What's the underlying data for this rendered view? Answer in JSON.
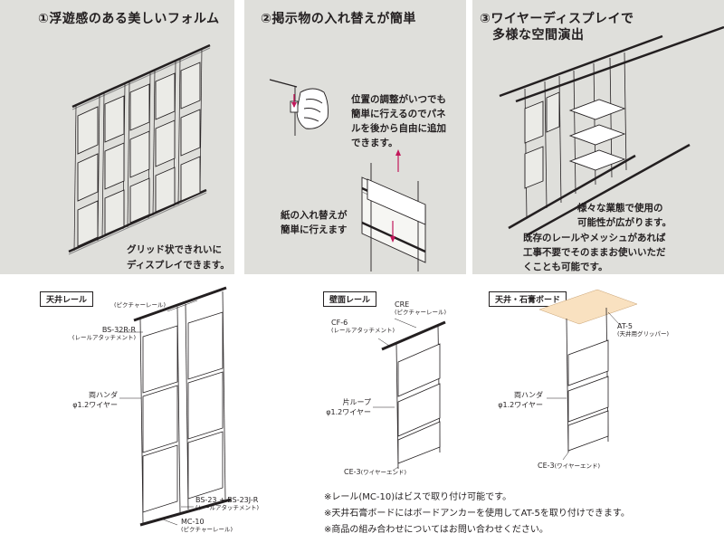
{
  "panel1": {
    "title": "①浮遊感のある美しいフォルム",
    "caption": [
      "グリッド状できれいに",
      "ディスプレイできます。"
    ]
  },
  "panel2": {
    "title": "②掲示物の入れ替えが簡単",
    "caption_a": [
      "位置の調整がいつでも",
      "簡単に行えるのでパネ",
      "ルを後から自由に追加",
      "できます。"
    ],
    "caption_b": [
      "紙の入れ替えが",
      "簡単に行えます"
    ]
  },
  "panel3": {
    "title": [
      "③ワイヤーディスプレイで",
      "多様な空間演出"
    ],
    "caption": [
      "様々な業態で使用の",
      "可能性が広がります。",
      "既存のレールやメッシュがあれば",
      "工事不要でそのままお使いいただ",
      "くことも可能です。"
    ]
  },
  "ceiling": {
    "label": "天井レール",
    "parts": [
      {
        "main": "",
        "sub": "(ピクチャーレール)"
      },
      {
        "main": "BS-32R-R",
        "sub": "(レールアタッチメント)"
      },
      {
        "main": "両ハンダ",
        "sub": ""
      },
      {
        "main": "φ1.2ワイヤー",
        "sub": ""
      },
      {
        "main": "BS-23 + BS-23J-R",
        "sub": "(レールアタッチメント)"
      },
      {
        "main": "MC-10",
        "sub": "(ピクチャーレール)"
      }
    ]
  },
  "wall": {
    "label": "壁面レール",
    "parts": [
      {
        "main": "CRE",
        "sub": "(ピクチャーレール)"
      },
      {
        "main": "CF-6",
        "sub": "(レールアタッチメント)"
      },
      {
        "main": "片ループ",
        "sub": ""
      },
      {
        "main": "φ1.2ワイヤー",
        "sub": ""
      },
      {
        "main": "CE-3",
        "sub": "(ワイヤーエンド)"
      }
    ]
  },
  "board": {
    "label": "天井・石膏ボード",
    "parts": [
      {
        "main": "AT-5",
        "sub": "(天井用グリッパー)"
      },
      {
        "main": "両ハンダ",
        "sub": ""
      },
      {
        "main": "φ1.2ワイヤー",
        "sub": ""
      },
      {
        "main": "CE-3",
        "sub": "(ワイヤーエンド)"
      }
    ]
  },
  "notes": [
    "※レール(MC-10)はビスで取り付け可能です。",
    "※天井石膏ボードにはボードアンカーを使用してAT-5を取り付けできます。",
    "※商品の組み合わせについてはお問い合わせください。"
  ],
  "colors": {
    "panel_bg": "#dfdfdb",
    "arrow": "#c2185b",
    "board": "#f9e1c0",
    "ink": "#231f20"
  }
}
